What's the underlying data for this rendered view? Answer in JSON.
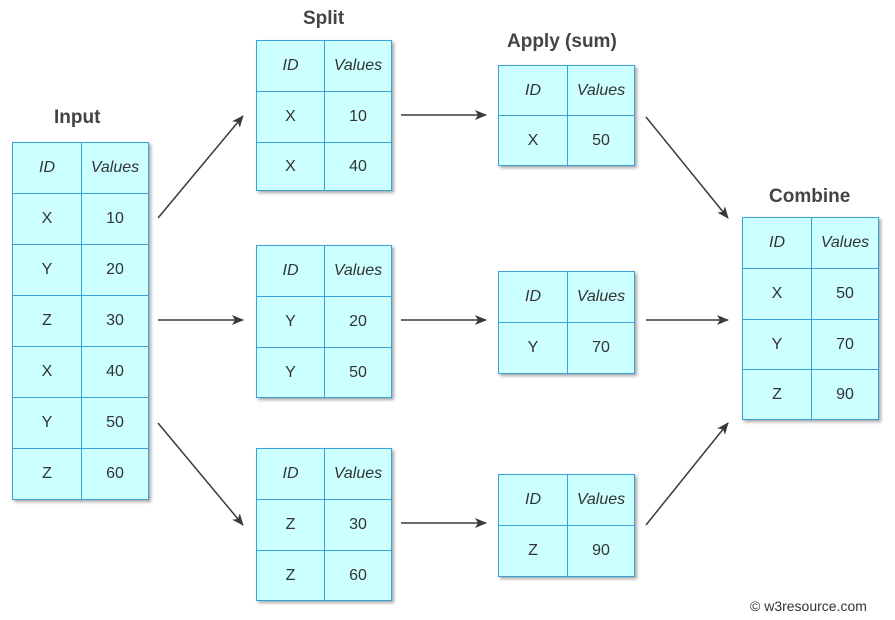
{
  "titles": {
    "input": "Input",
    "split": "Split",
    "apply": "Apply (sum)",
    "combine": "Combine"
  },
  "headers": {
    "id": "ID",
    "values": "Values"
  },
  "input": [
    {
      "id": "X",
      "v": "10"
    },
    {
      "id": "Y",
      "v": "20"
    },
    {
      "id": "Z",
      "v": "30"
    },
    {
      "id": "X",
      "v": "40"
    },
    {
      "id": "Y",
      "v": "50"
    },
    {
      "id": "Z",
      "v": "60"
    }
  ],
  "split": [
    [
      {
        "id": "X",
        "v": "10"
      },
      {
        "id": "X",
        "v": "40"
      }
    ],
    [
      {
        "id": "Y",
        "v": "20"
      },
      {
        "id": "Y",
        "v": "50"
      }
    ],
    [
      {
        "id": "Z",
        "v": "30"
      },
      {
        "id": "Z",
        "v": "60"
      }
    ]
  ],
  "apply": [
    [
      {
        "id": "X",
        "v": "50"
      }
    ],
    [
      {
        "id": "Y",
        "v": "70"
      }
    ],
    [
      {
        "id": "Z",
        "v": "90"
      }
    ]
  ],
  "combine": [
    {
      "id": "X",
      "v": "50"
    },
    {
      "id": "Y",
      "v": "70"
    },
    {
      "id": "Z",
      "v": "90"
    }
  ],
  "copyright": "© w3resource.com"
}
